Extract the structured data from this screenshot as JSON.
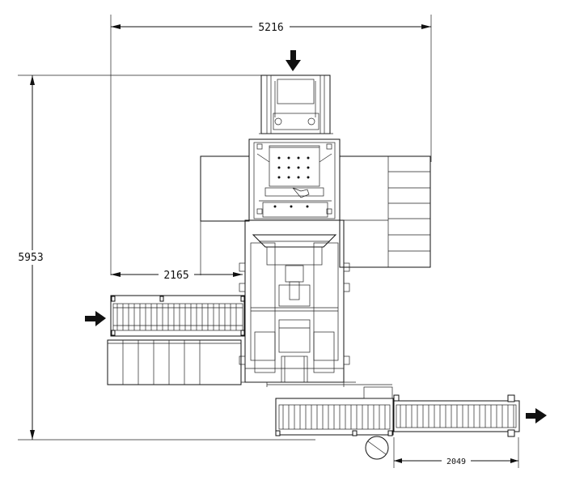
{
  "dimensions": {
    "overall_width": "5216",
    "overall_height": "5953",
    "infeed_offset": "2165",
    "outfeed_length": "2049"
  },
  "arrows": {
    "top_input": "arrow-down",
    "left_input": "arrow-right",
    "right_output": "arrow-right"
  },
  "colors": {
    "line": "#111111",
    "background": "#ffffff"
  }
}
